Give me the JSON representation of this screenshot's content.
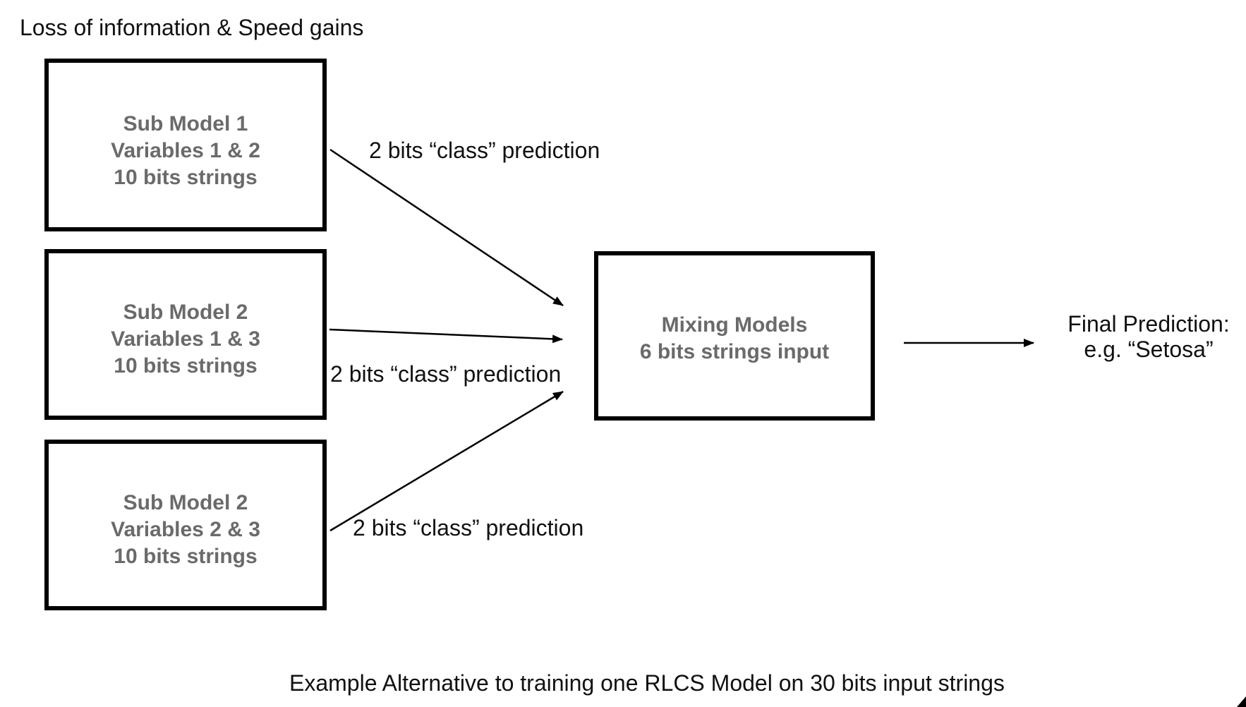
{
  "title": "Loss of information & Speed gains",
  "boxes": {
    "sub1": {
      "lines": [
        "Sub Model 1",
        "Variables 1 & 2",
        "10 bits strings"
      ]
    },
    "sub2": {
      "lines": [
        "Sub Model 2",
        "Variables 1 & 3",
        "10 bits strings"
      ]
    },
    "sub3": {
      "lines": [
        "Sub Model 2",
        "Variables 2 & 3",
        "10 bits strings"
      ]
    },
    "mixing": {
      "lines": [
        "Mixing Models",
        "6 bits strings input"
      ]
    }
  },
  "arrow_labels": {
    "top": "2 bits “class” prediction",
    "middle": "2 bits “class” prediction",
    "bottom": "2 bits “class” prediction"
  },
  "final_prediction": {
    "lines": [
      "Final Prediction:",
      "e.g. “Setosa”"
    ]
  },
  "caption": "Example Alternative to training one RLCS Model on 30 bits input strings",
  "colors": {
    "background": "#ffffff",
    "box_border": "#000000",
    "box_text": "#6a6a6a",
    "text": "#111111",
    "arrow": "#000000"
  },
  "icons": {
    "cursor": "mouse-cursor-icon"
  }
}
